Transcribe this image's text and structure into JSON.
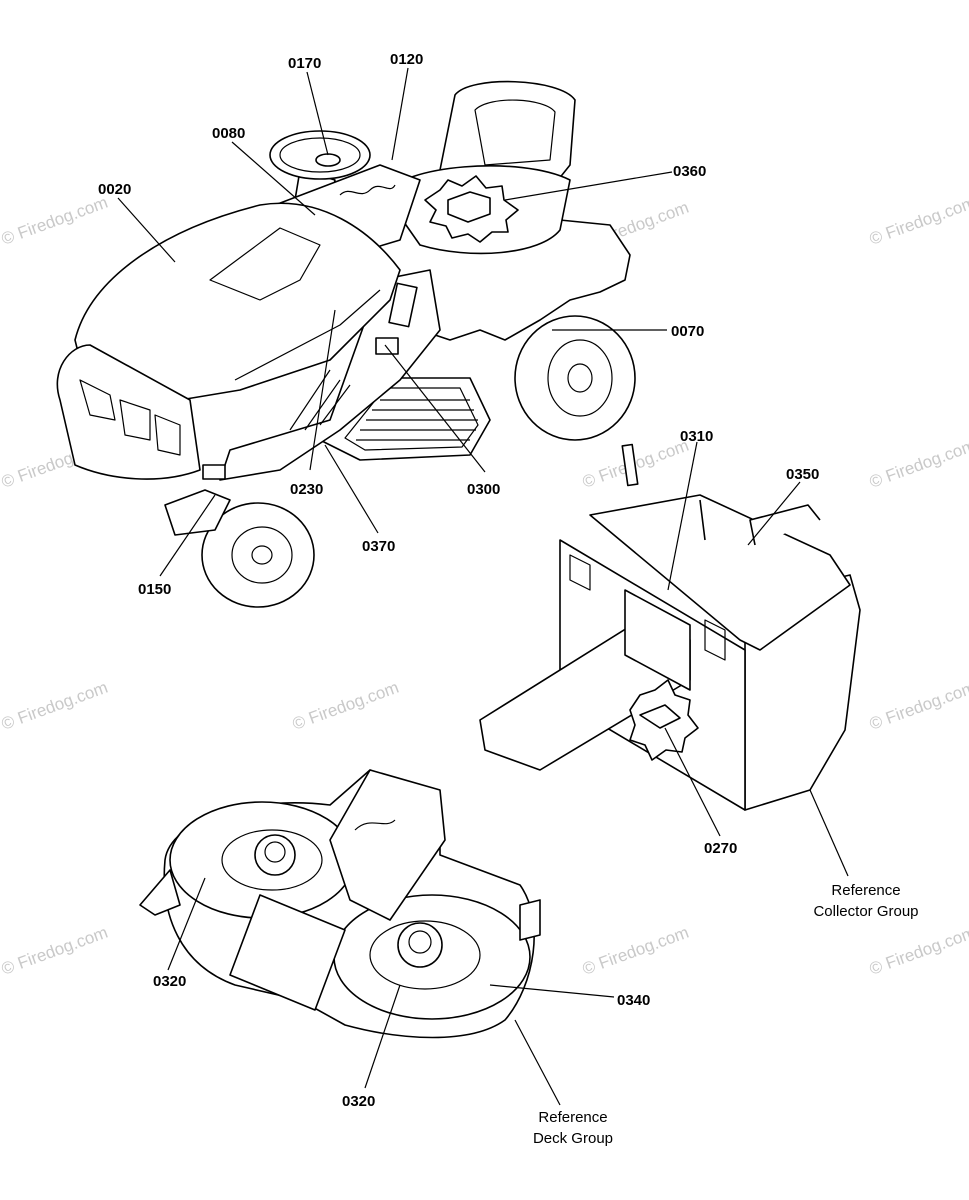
{
  "watermark": "© Firedog.com",
  "callouts": {
    "c0170": "0170",
    "c0120": "0120",
    "c0080": "0080",
    "c0020": "0020",
    "c0360": "0360",
    "c0070": "0070",
    "c0310": "0310",
    "c0350": "0350",
    "c0230": "0230",
    "c0300": "0300",
    "c0370": "0370",
    "c0150": "0150",
    "c0270": "0270",
    "c0320a": "0320",
    "c0340": "0340",
    "c0320b": "0320"
  },
  "references": {
    "collector_line1": "Reference",
    "collector_line2": "Collector Group",
    "deck_line1": "Reference",
    "deck_line2": "Deck Group"
  }
}
